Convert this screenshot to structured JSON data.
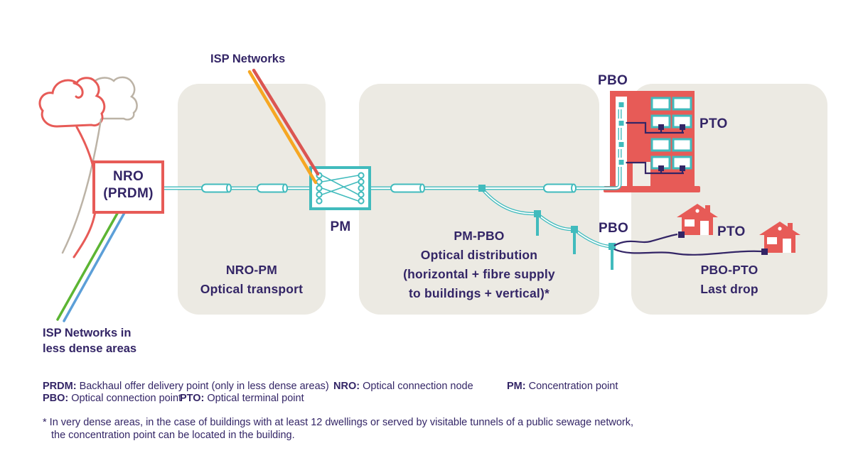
{
  "colors": {
    "coral": "#E75B57",
    "red": "#DB5551",
    "teal": "#41BBBD",
    "navy": "#332566",
    "panel": "#ECEAE3",
    "gray": "#BCB3A6",
    "orange": "#F6A723",
    "green": "#5CB533",
    "blue": "#5C9FD8"
  },
  "labels": {
    "isp_networks": "ISP Networks",
    "isp_less_dense": [
      "ISP Networks in",
      "less dense areas"
    ],
    "nro": [
      "NRO",
      "(PRDM)"
    ],
    "pm": "PM",
    "pbo_top": "PBO",
    "pto_top": "PTO",
    "pbo_mid": "PBO",
    "pto_house": "PTO"
  },
  "panels": [
    {
      "title": "NRO-PM",
      "lines": [
        "Optical transport"
      ]
    },
    {
      "title": "PM-PBO",
      "lines": [
        "Optical distribution",
        "(horizontal + fibre supply",
        "to buildings + vertical)*"
      ]
    },
    {
      "title": "PBO-PTO",
      "lines": [
        "Last drop"
      ]
    }
  ],
  "legend": [
    {
      "term": "PRDM:",
      "definition": "Backhaul offer delivery point (only in less dense areas)"
    },
    {
      "term": "NRO:",
      "definition": "Optical connection node"
    },
    {
      "term": "PM:",
      "definition": "Concentration point"
    },
    {
      "term": "PBO:",
      "definition": "Optical connection point"
    },
    {
      "term": "PTO:",
      "definition": "Optical terminal point"
    }
  ],
  "footnote": [
    "* In very dense areas, in the case of buildings with at least 12 dwellings or served by visitable tunnels of a public sewage network,",
    "the concentration point can be located in the building."
  ]
}
